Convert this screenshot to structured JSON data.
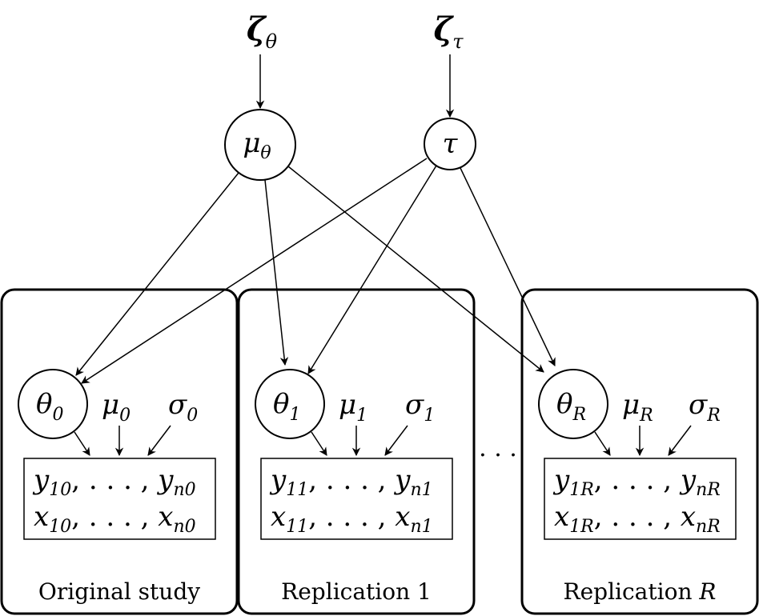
{
  "hyperpriors": {
    "zeta_theta": {
      "base": "ζ",
      "sub": "θ"
    },
    "zeta_tau": {
      "base": "ζ",
      "sub": "τ"
    }
  },
  "nodes": {
    "mu_theta": {
      "base": "μ",
      "sub": "θ"
    },
    "tau": {
      "base": "τ",
      "sub": ""
    }
  },
  "plates": [
    {
      "theta": {
        "base": "θ",
        "sub": "0"
      },
      "mu": {
        "base": "μ",
        "sub": "0"
      },
      "sigma": {
        "base": "σ",
        "sub": "0"
      },
      "data_row_1": {
        "first_base": "y",
        "first_sub": "10",
        "sep": ", . . . , ",
        "last_base": "y",
        "last_sub": "n0"
      },
      "data_row_2": {
        "first_base": "x",
        "first_sub": "10",
        "sep": ", . . . , ",
        "last_base": "x",
        "last_sub": "n0"
      },
      "label_text": "Original study",
      "label_math": ""
    },
    {
      "theta": {
        "base": "θ",
        "sub": "1"
      },
      "mu": {
        "base": "μ",
        "sub": "1"
      },
      "sigma": {
        "base": "σ",
        "sub": "1"
      },
      "data_row_1": {
        "first_base": "y",
        "first_sub": "11",
        "sep": ", . . . , ",
        "last_base": "y",
        "last_sub": "n1"
      },
      "data_row_2": {
        "first_base": "x",
        "first_sub": "11",
        "sep": ", . . . , ",
        "last_base": "x",
        "last_sub": "n1"
      },
      "label_text": "Replication 1",
      "label_math": ""
    },
    {
      "theta": {
        "base": "θ",
        "sub": "R"
      },
      "mu": {
        "base": "μ",
        "sub": "R"
      },
      "sigma": {
        "base": "σ",
        "sub": "R"
      },
      "data_row_1": {
        "first_base": "y",
        "first_sub": "1R",
        "sep": ", . . . , ",
        "last_base": "y",
        "last_sub": "nR"
      },
      "data_row_2": {
        "first_base": "x",
        "first_sub": "1R",
        "sep": ", . . . , ",
        "last_base": "x",
        "last_sub": "nR"
      },
      "label_text": "Replication ",
      "label_math": "R"
    }
  ],
  "ellipsis": ". . ."
}
